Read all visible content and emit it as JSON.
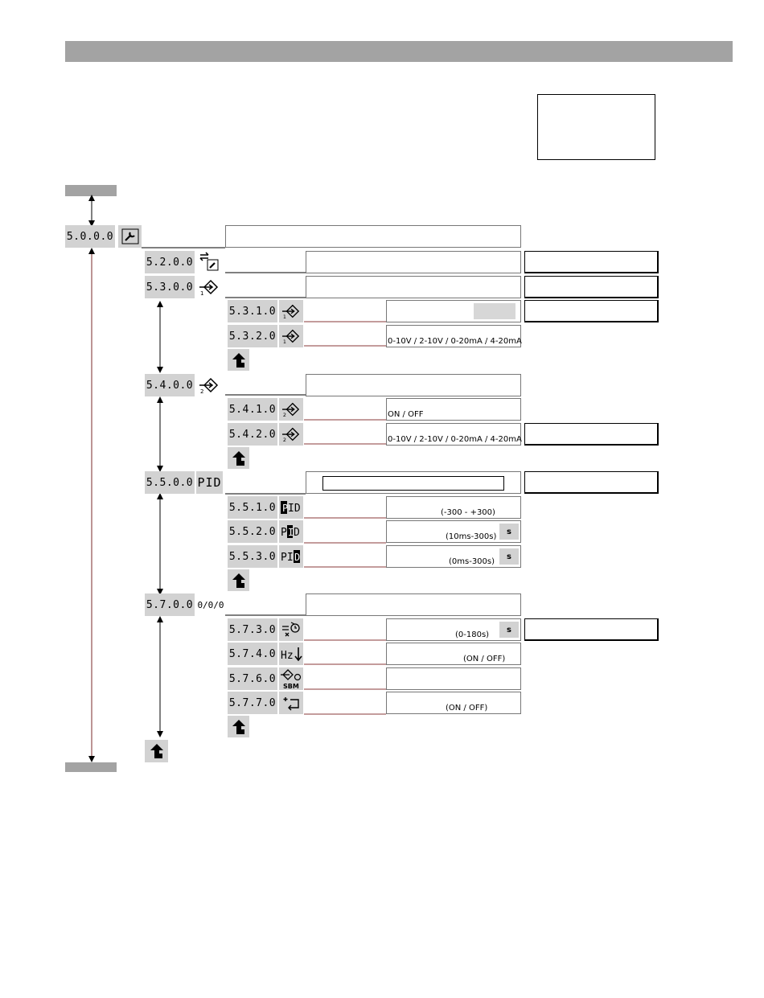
{
  "codes": {
    "main": "5.0.0.0",
    "c5200": "5.2.0.0",
    "c5300": "5.3.0.0",
    "c5310": "5.3.1.0",
    "c5320": "5.3.2.0",
    "c5400": "5.4.0.0",
    "c5410": "5.4.1.0",
    "c5420": "5.4.2.0",
    "c5500": "5.5.0.0",
    "c5510": "5.5.1.0",
    "c5520": "5.5.2.0",
    "c5530": "5.5.3.0",
    "c5700": "5.7.0.0",
    "c5730": "5.7.3.0",
    "c5740": "5.7.4.0",
    "c5760": "5.7.6.0",
    "c5770": "5.7.7.0"
  },
  "labels": {
    "pid": "PID",
    "counter": "0/0/0",
    "sbm": "SBM",
    "hz": "Hz"
  },
  "values": {
    "v5320": "0-10V / 2-10V / 0-20mA / 4-20mA",
    "v5410": "ON / OFF",
    "v5420": "0-10V / 2-10V / 0-20mA / 4-20mA",
    "v5510": "(-300 - +300)",
    "v5520": "(10ms-300s)",
    "v5530": "(0ms-300s)",
    "v5730": "(0-180s)",
    "v5740": "(ON / OFF)",
    "v5770": "(ON / OFF)"
  },
  "units": {
    "seconds": "s"
  },
  "icons": [
    "wrench-icon",
    "remote-wrench-icon",
    "input-1-icon",
    "input-2-icon",
    "return-arrow-icon",
    "pid-p-icon",
    "pid-i-icon",
    "pid-d-icon",
    "delay-icon",
    "frequency-down-icon",
    "sbm-icon",
    "reset-icon"
  ]
}
